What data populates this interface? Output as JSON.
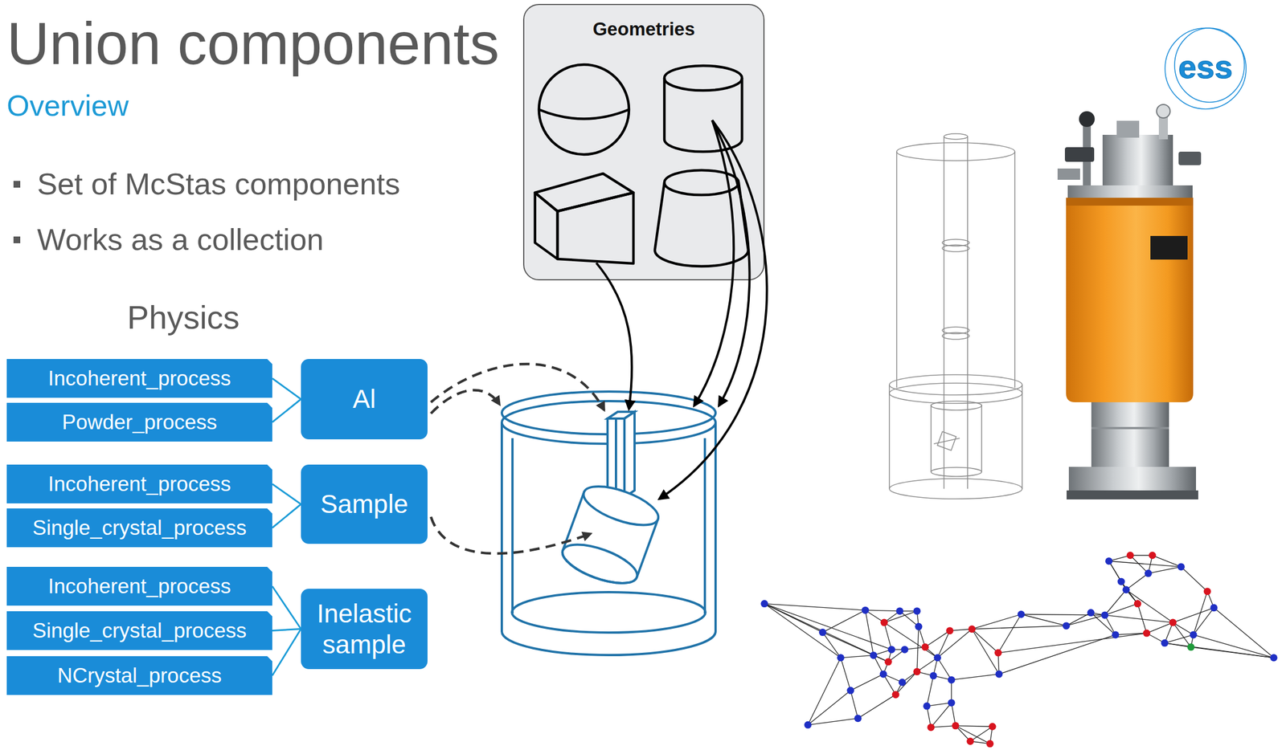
{
  "diagram": {
    "title": "Union components",
    "nodes": [
      {
        "text": [
          "Geometries"
        ]
      },
      {
        "text": [
          "Incoherent_process"
        ]
      },
      {
        "text": [
          "Powder_process"
        ]
      },
      {
        "text": [
          "Al"
        ]
      },
      {
        "text": [
          "Incoherent_process"
        ]
      },
      {
        "text": [
          "Single_crystal_process"
        ]
      },
      {
        "text": [
          "Sample"
        ]
      },
      {
        "text": [
          "Incoherent_process"
        ]
      },
      {
        "text": [
          "Single_crystal_process"
        ]
      },
      {
        "text": [
          "NCrystal_process"
        ]
      },
      {
        "text": [
          "Inelastic sample"
        ]
      }
    ],
    "edges": [
      {
        "from": 1,
        "to": 3,
        "arrow": "none"
      },
      {
        "from": 2,
        "to": 3,
        "arrow": "none"
      },
      {
        "from": 4,
        "to": 6,
        "arrow": "none"
      },
      {
        "from": 5,
        "to": 6,
        "arrow": "none"
      },
      {
        "from": 7,
        "to": 10,
        "arrow": "none"
      },
      {
        "from": 8,
        "to": 10,
        "arrow": "none"
      },
      {
        "from": 9,
        "to": 10,
        "arrow": "none"
      }
    ],
    "labels": [
      "Overview",
      "Set of McStas components",
      "Works as a collection",
      "Physics",
      "ess"
    ]
  }
}
